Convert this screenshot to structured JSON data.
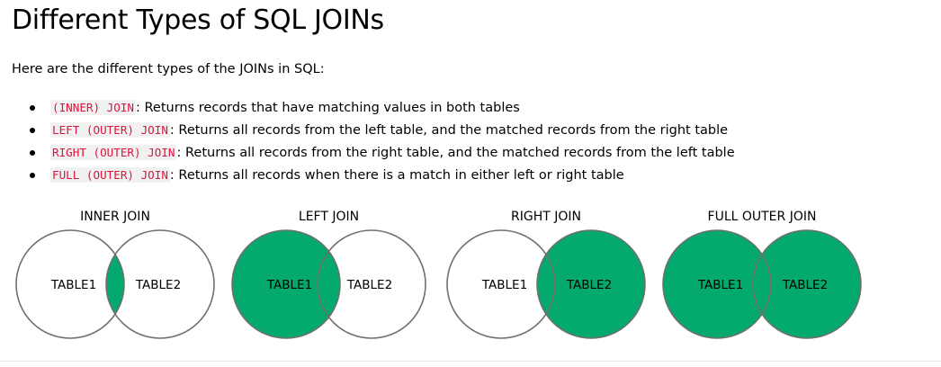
{
  "page": {
    "title": "Different Types of SQL JOINs",
    "intro": "Here are the different types of the JOINs in SQL:"
  },
  "join_types": [
    {
      "code": "(INNER) JOIN",
      "separator": ":",
      "description": " Returns records that have matching values in both tables"
    },
    {
      "code": "LEFT (OUTER) JOIN",
      "separator": ":",
      "description": " Returns all records from the left table, and the matched records from the right table"
    },
    {
      "code": "RIGHT (OUTER) JOIN",
      "separator": ":",
      "description": " Returns all records from the right table, and the matched records from the left table"
    },
    {
      "code": "FULL (OUTER) JOIN",
      "separator": ":",
      "description": " Returns all records when there is a match in either left or right table"
    }
  ],
  "diagrams": [
    {
      "title": "INNER JOIN",
      "left_label": "TABLE1",
      "right_label": "TABLE2",
      "fill_left": false,
      "fill_intersection": true,
      "fill_right": false
    },
    {
      "title": "LEFT JOIN",
      "left_label": "TABLE1",
      "right_label": "TABLE2",
      "fill_left": true,
      "fill_intersection": true,
      "fill_right": false
    },
    {
      "title": "RIGHT JOIN",
      "left_label": "TABLE1",
      "right_label": "TABLE2",
      "fill_left": false,
      "fill_intersection": true,
      "fill_right": true
    },
    {
      "title": "FULL OUTER JOIN",
      "left_label": "TABLE1",
      "right_label": "TABLE2",
      "fill_left": true,
      "fill_intersection": true,
      "fill_right": true
    }
  ],
  "colors": {
    "highlight": "#04aa6d",
    "circle_stroke": "#6f6f6f",
    "code_text": "#dc143c",
    "code_background": "#f1f1f1"
  }
}
